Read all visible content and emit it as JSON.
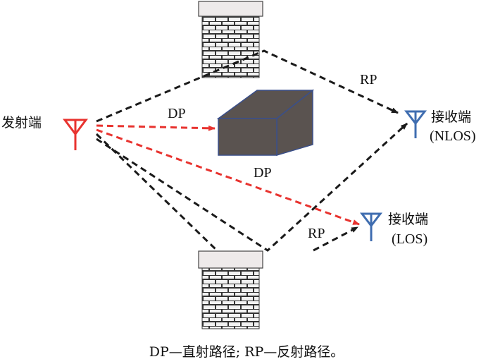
{
  "labels": {
    "transmitter": "发射端",
    "receiver_nlos": "接收端",
    "receiver_nlos_sub": "(NLOS)",
    "receiver_los": "接收端",
    "receiver_los_sub": "(LOS)",
    "dp_top": "DP",
    "dp_bottom": "DP",
    "rp_top": "RP",
    "rp_bottom": "RP"
  },
  "caption": "DP—直射路径; RP—反射路径。",
  "colors": {
    "transmitter": "#e8332f",
    "receiver": "#3f6db0",
    "direct_path": "#e8332f",
    "reflected_path": "#1a1a1a",
    "obstacle": "#5a5350",
    "obstacle_edge": "#3a4f8a"
  }
}
